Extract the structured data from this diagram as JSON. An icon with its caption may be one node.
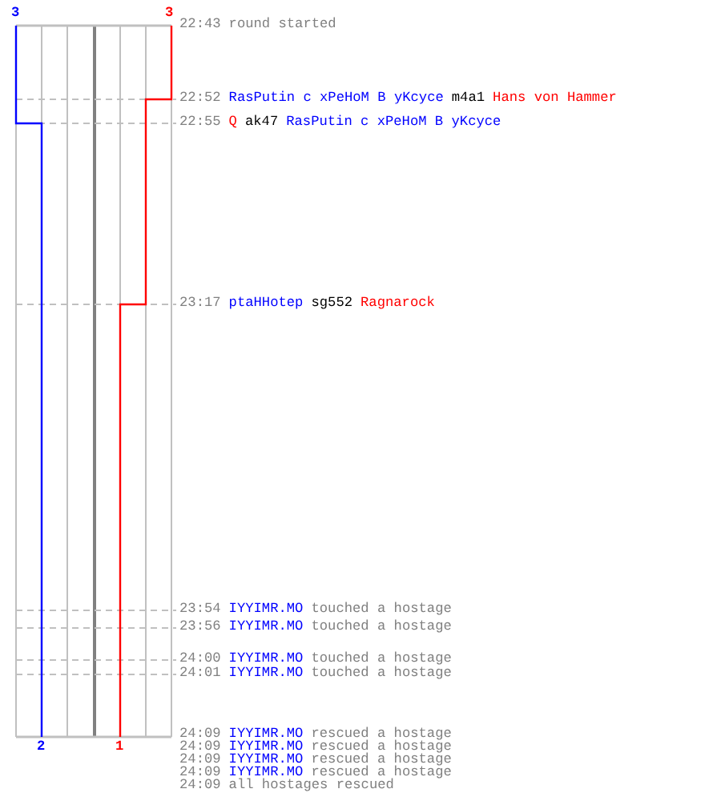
{
  "diagram": {
    "labels": [
      "3",
      "3",
      "22:43",
      "round started",
      "22:52",
      "RasPutin c xPeHoM B yKcyce",
      "m4a1",
      "Hans von Hammer",
      "22:55",
      "Q",
      "ak47",
      "RasPutin c xPeHoM B yKcyce",
      "23:17",
      "ptaHHotep",
      "sg552",
      "Ragnarock",
      "23:54",
      "IYYIMR.MO",
      "touched a hostage",
      "23:56",
      "IYYIMR.MO",
      "touched a hostage",
      "24:00",
      "IYYIMR.MO",
      "touched a hostage",
      "24:01",
      "IYYIMR.MO",
      "touched a hostage",
      "24:09",
      "IYYIMR.MO",
      "rescued a hostage",
      "24:09",
      "IYYIMR.MO",
      "rescued a hostage",
      "24:09",
      "IYYIMR.MO",
      "rescued a hostage",
      "24:09",
      "IYYIMR.MO",
      "rescued a hostage",
      "24:09",
      "all hostages rescued",
      "2",
      "1"
    ]
  }
}
